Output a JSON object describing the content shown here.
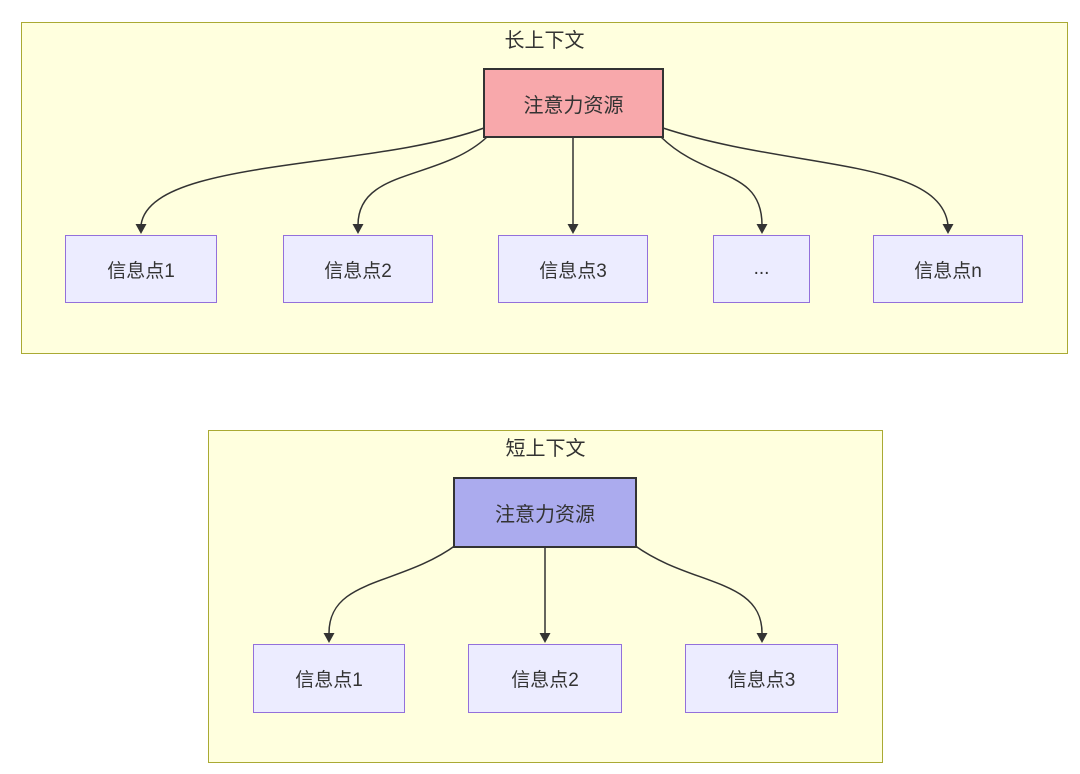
{
  "long": {
    "title": "长上下文",
    "attention_label": "注意力资源",
    "attention_fill": "#f8a8ab",
    "targets": [
      "信息点1",
      "信息点2",
      "信息点3",
      "...",
      "信息点n"
    ]
  },
  "short": {
    "title": "短上下文",
    "attention_label": "注意力资源",
    "attention_fill": "#ababee",
    "targets": [
      "信息点1",
      "信息点2",
      "信息点3"
    ]
  },
  "colors": {
    "cluster_fill": "#ffffde",
    "cluster_border": "#aaaa33",
    "attention_long_fill": "#f8a8ab",
    "attention_short_fill": "#ababee",
    "info_node_fill": "#ececff",
    "info_node_border": "#9370db",
    "edge": "#333333",
    "text": "#333333"
  }
}
